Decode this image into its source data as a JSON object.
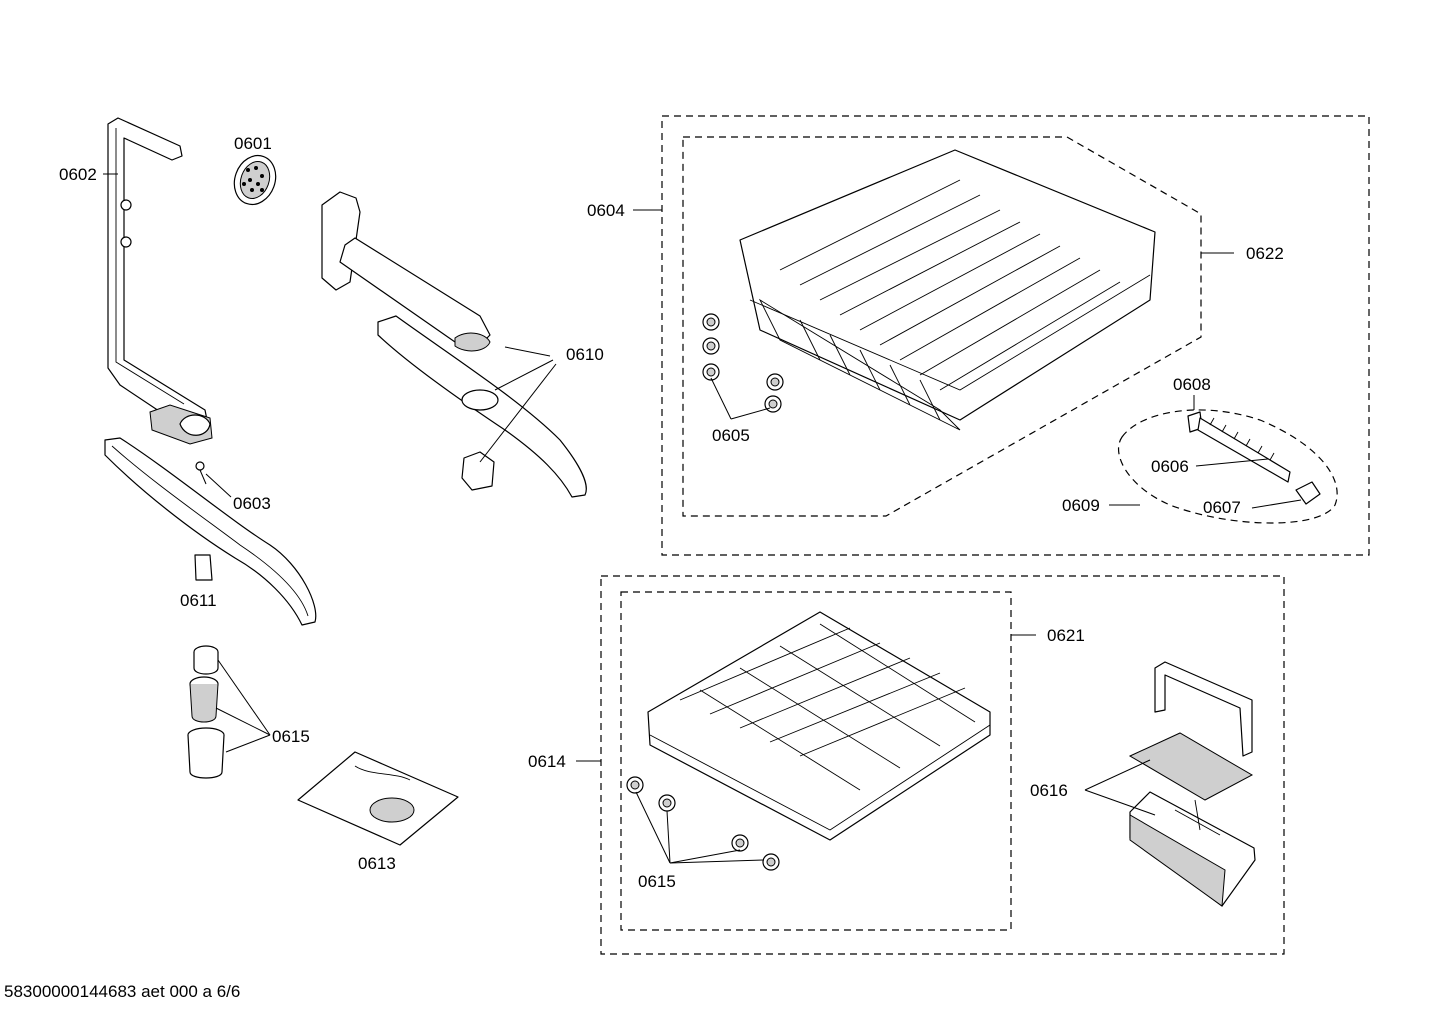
{
  "labels": {
    "p0601": "0601",
    "p0602": "0602",
    "p0603": "0603",
    "p0604": "0604",
    "p0605": "0605",
    "p0606": "0606",
    "p0607": "0607",
    "p0608": "0608",
    "p0609": "0609",
    "p0610": "0610",
    "p0611": "0611",
    "p0613": "0613",
    "p0614": "0614",
    "p0615a": "0615",
    "p0615b": "0615",
    "p0616": "0616",
    "p0621": "0621",
    "p0622": "0622"
  },
  "footer": "58300000144683 aet 000 a 6/6"
}
